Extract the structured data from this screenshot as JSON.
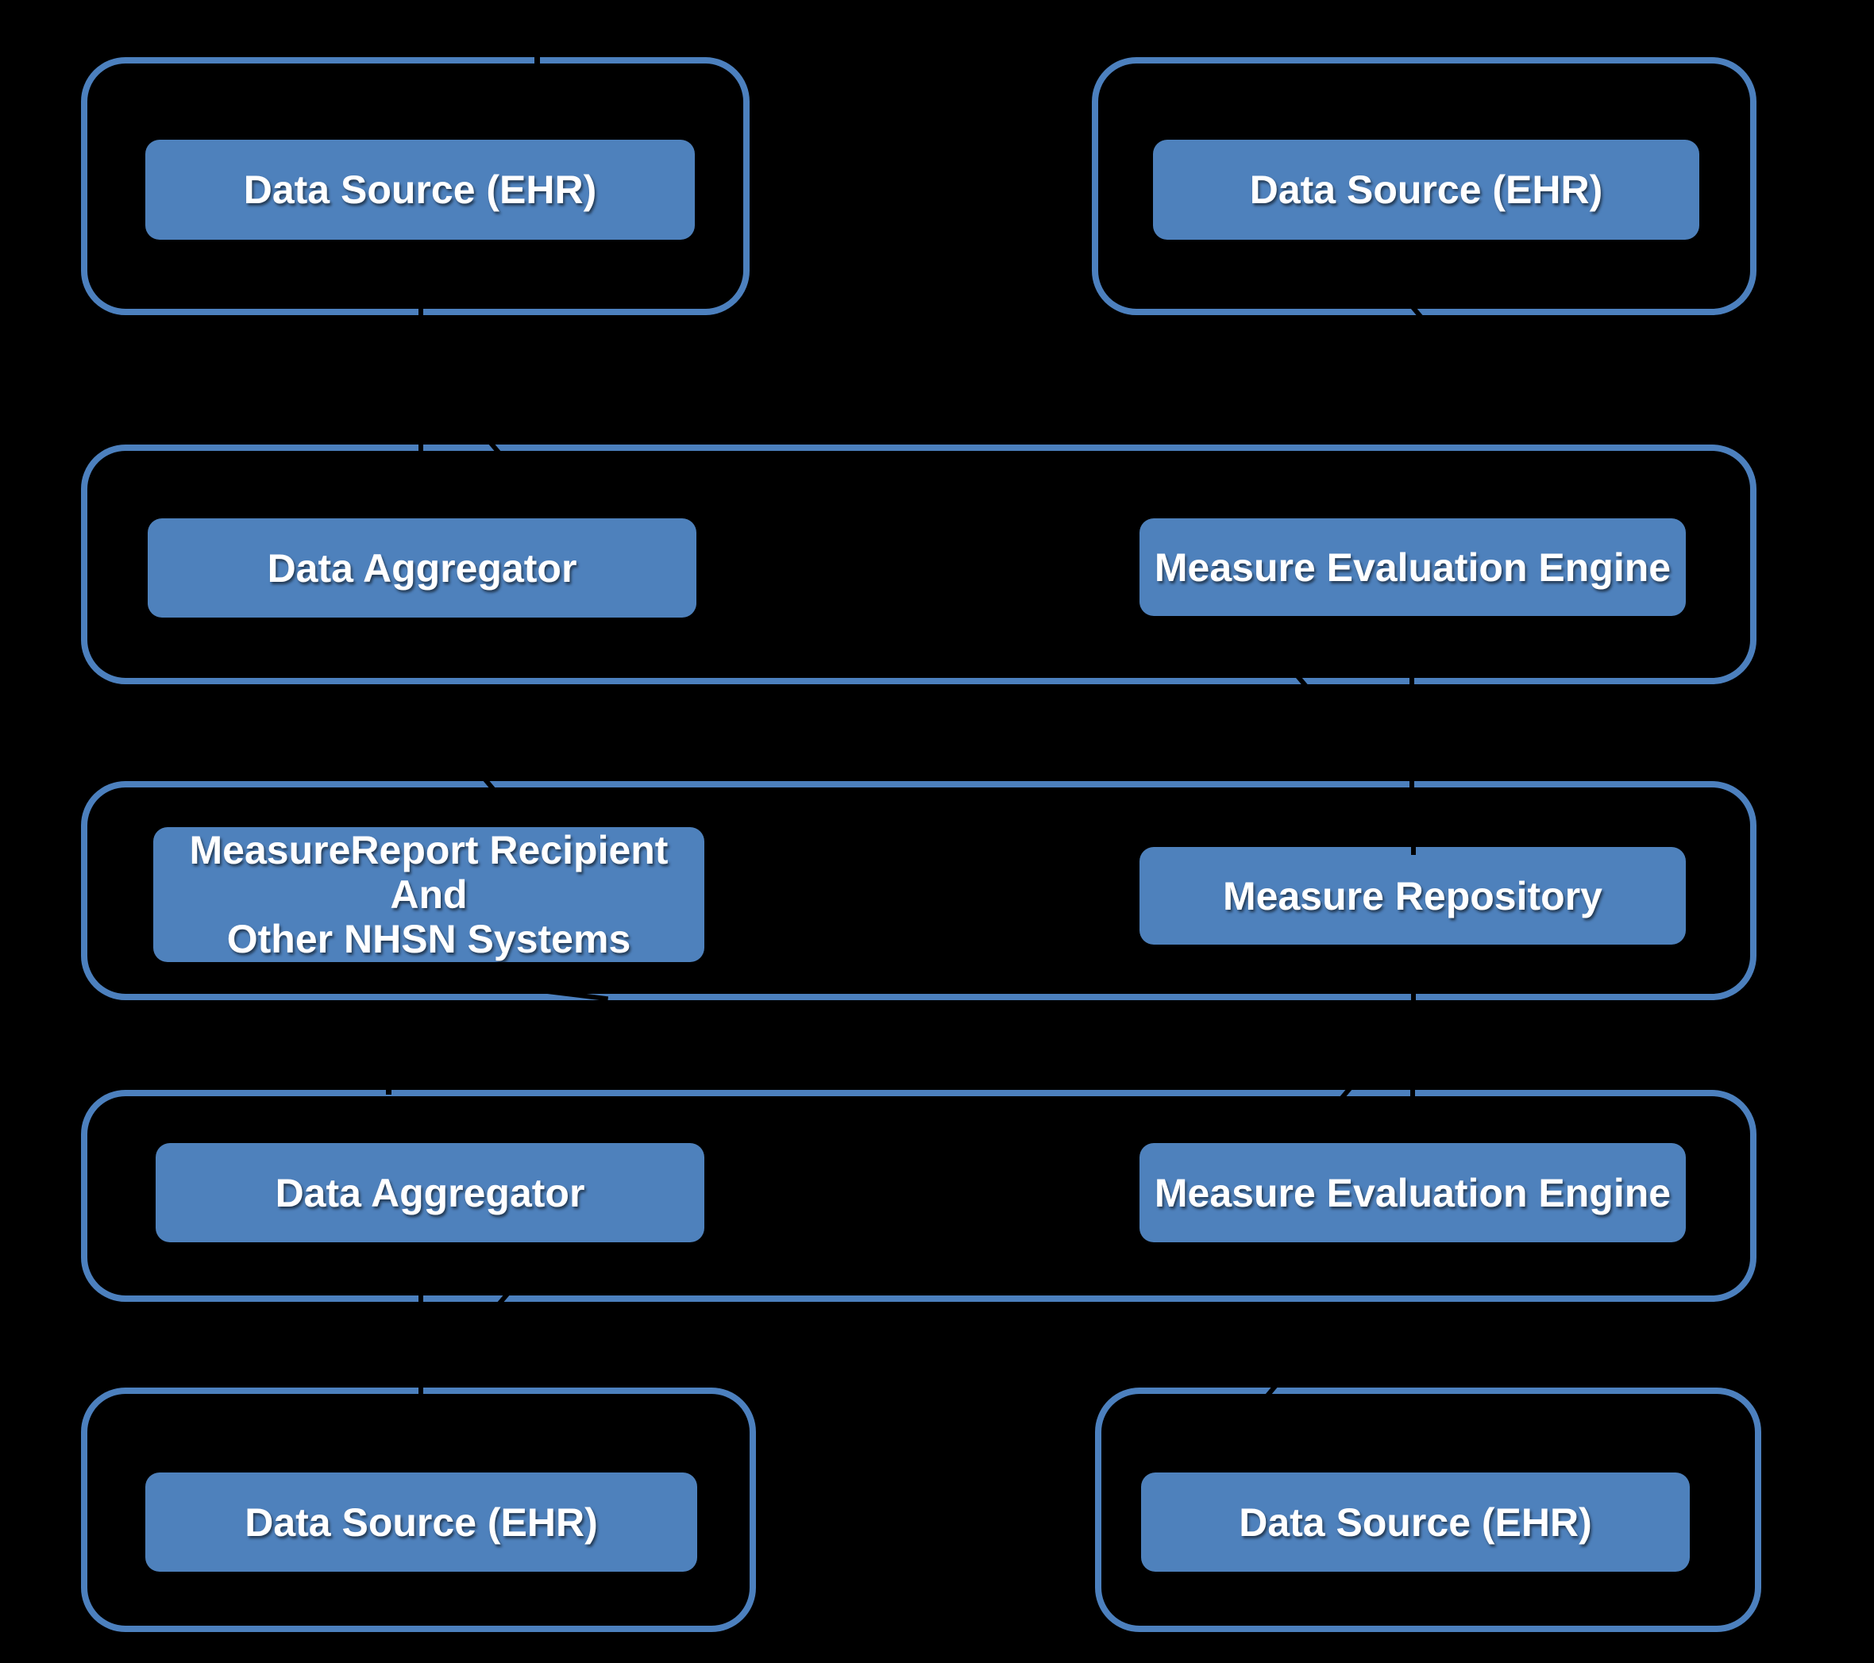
{
  "colors": {
    "background": "#000000",
    "node_fill": "#4e81bc",
    "group_border": "#4c80be",
    "node_text": "#ffffff"
  },
  "diagram": {
    "type": "flow-architecture",
    "nodes": {
      "row1_left": "Data Source (EHR)",
      "row1_right": "Data Source (EHR)",
      "row2_left": "Data Aggregator",
      "row2_right": "Measure Evaluation Engine",
      "row3_left": "MeasureReport Recipient\nAnd\nOther NHSN Systems",
      "row3_right": "Measure Repository",
      "row4_left": "Data Aggregator",
      "row4_right": "Measure Evaluation Engine",
      "row5_left": "Data Source (EHR)",
      "row5_right": "Data Source (EHR)"
    }
  }
}
